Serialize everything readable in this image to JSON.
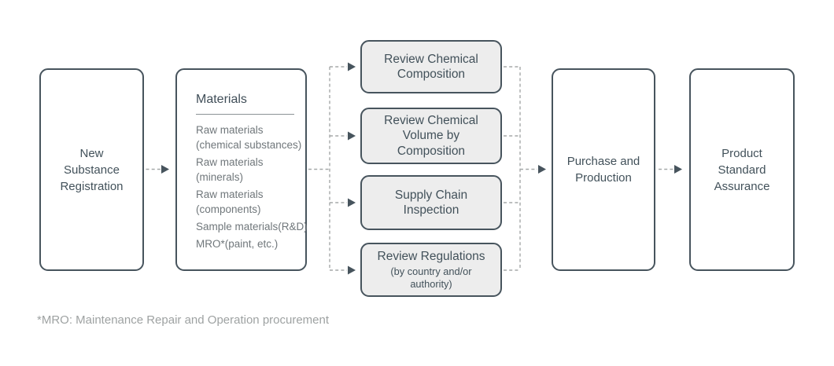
{
  "palette": {
    "background": "#FFFFFF",
    "box_border": "#47545D",
    "box_text": "#42515A",
    "gray_box_fill": "#EDEDED",
    "connector_dash": "#A5A9A9",
    "arrowhead": "#47545D",
    "materials_list_text": "#70777B",
    "footnote_text": "#9EA2A2"
  },
  "flow": {
    "start": {
      "label": "New\nSubstance\nRegistration"
    },
    "materials": {
      "title": "Materials",
      "items": [
        "Raw materials\n(chemical substances)",
        "Raw materials\n(minerals)",
        "Raw materials\n(components)",
        "Sample materials(R&D)",
        "MRO*(paint, etc.)"
      ]
    },
    "reviews": [
      {
        "label": "Review Chemical\nComposition"
      },
      {
        "label": "Review Chemical\nVolume by\nComposition"
      },
      {
        "label": "Supply Chain\nInspection"
      },
      {
        "label": "Review Regulations",
        "sublabel": "(by country and/or\nauthority)"
      }
    ],
    "purchase": {
      "label": "Purchase and\nProduction"
    },
    "product": {
      "label": "Product\nStandard\nAssurance"
    }
  },
  "footnote": "*MRO: Maintenance Repair and Operation procurement"
}
